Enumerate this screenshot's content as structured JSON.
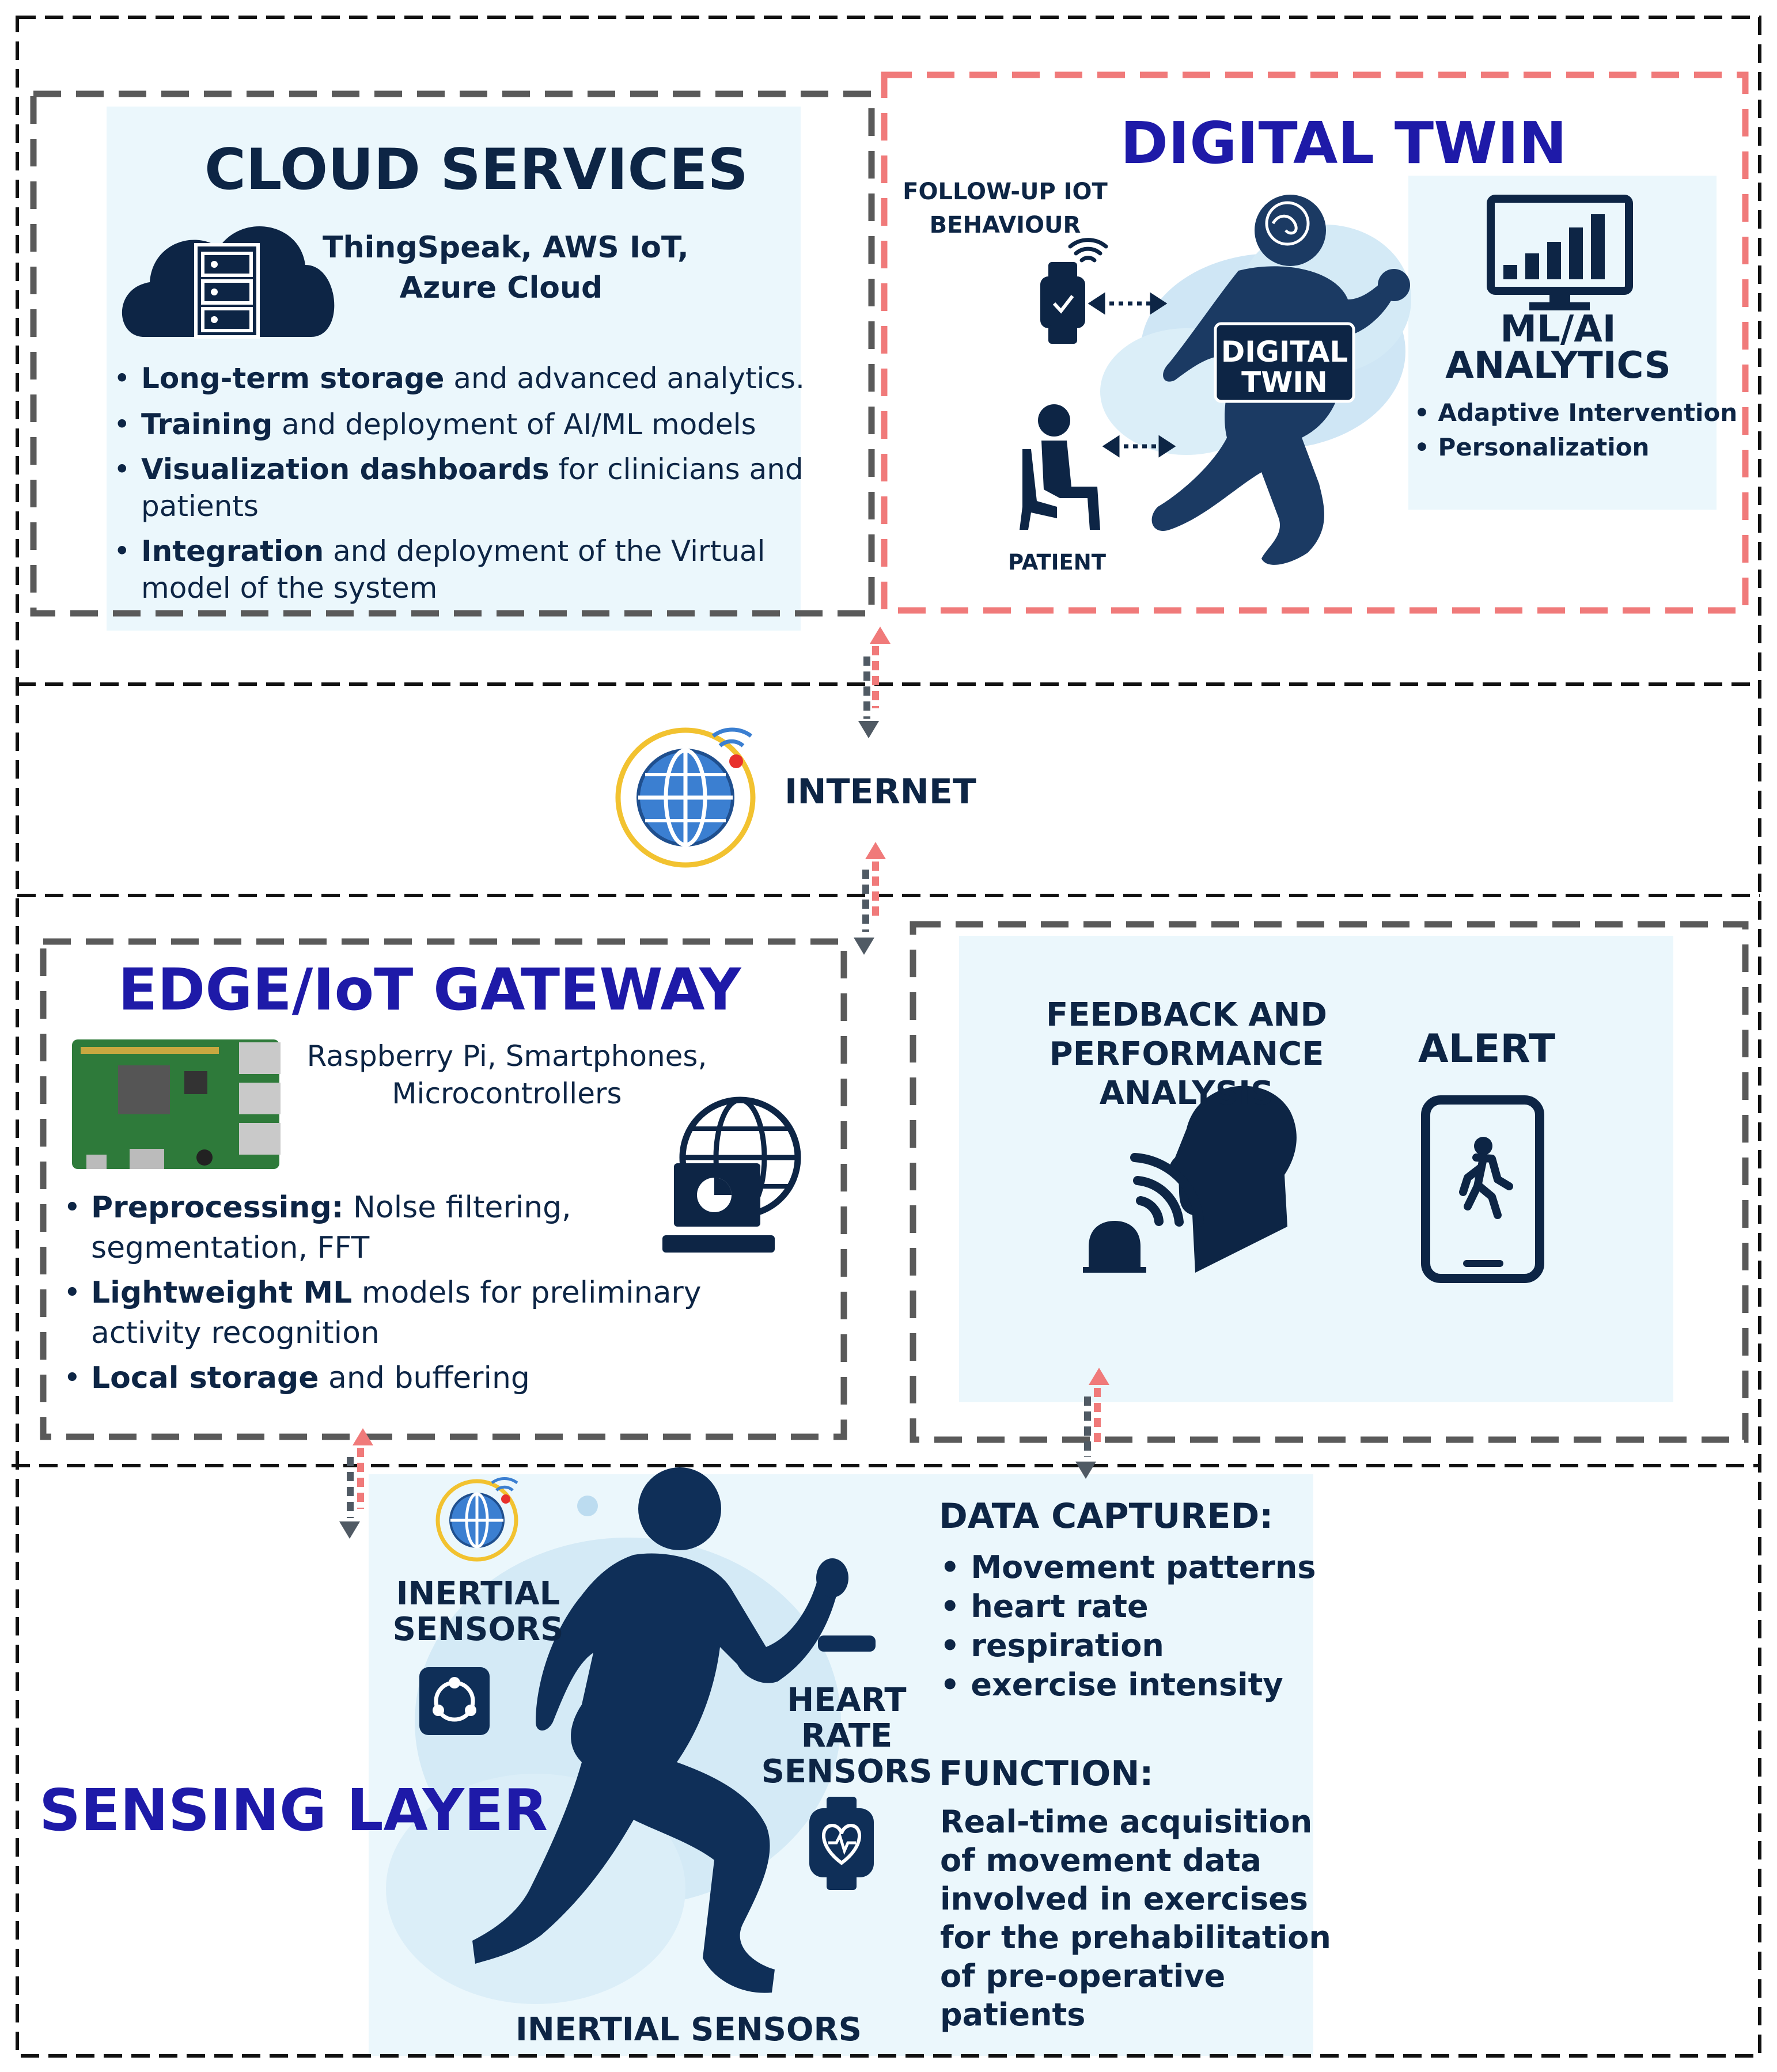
{
  "cloud": {
    "title": "CLOUD SERVICES",
    "platforms_line1": "ThingSpeak, AWS IoT,",
    "platforms_line2": "Azure Cloud",
    "bullets": [
      {
        "bold": "Long-term storage",
        "rest": " and advanced analytics."
      },
      {
        "bold": "Training",
        "rest": " and deployment of AI/ML models"
      },
      {
        "bold": "Visualization dashboards",
        "rest": " for clinicians and",
        "line2": "patients"
      },
      {
        "bold": "Integration",
        "rest": " and deployment of the Virtual",
        "line2": "model of the system"
      }
    ]
  },
  "twin": {
    "title": "DIGITAL TWIN",
    "followup_line1": "FOLLOW-UP IOT",
    "followup_line2": "BEHAVIOUR",
    "badge_line1": "DIGITAL",
    "badge_line2": "TWIN",
    "patient_label": "PATIENT",
    "analytics_line1": "ML/AI",
    "analytics_line2": "ANALYTICS",
    "analytics_items": [
      "Adaptive Intervention",
      "Personalization"
    ]
  },
  "internet": {
    "label": "INTERNET"
  },
  "edge": {
    "title": "EDGE/IoT GATEWAY",
    "devices_line1": "Raspberry Pi, Smartphones,",
    "devices_line2": "Microcontrollers",
    "bullets": [
      {
        "bold": "Preprocessing:",
        "rest": " Nolse filtering,",
        "line2": "segmentation, FFT"
      },
      {
        "bold": "Lightweight ML",
        "rest": " models for preliminary",
        "line2": "activity recognition"
      },
      {
        "bold": "Local storage",
        "rest": " and buffering"
      }
    ]
  },
  "feedback": {
    "title_line1": "FEEDBACK  AND",
    "title_line2": "PERFORMANCE",
    "title_line3": "ANALYSIS",
    "alert": "ALERT"
  },
  "sensing": {
    "title": "SENSING  LAYER",
    "inertial_line1": "INERTIAL",
    "inertial_line2": "SENSORS",
    "heart_line1": "HEART",
    "heart_line2": "RATE",
    "heart_line3": "SENSORS",
    "bottom_label": "INERTIAL SENSORS",
    "data_title": "DATA CAPTURED:",
    "data_items": [
      "Movement patterns",
      "heart rate",
      "respiration",
      "exercise intensity"
    ],
    "function_title": "FUNCTION:",
    "function_lines": [
      "Real-time acquisition",
      "of movement data",
      "involved in exercises",
      "for the prehabilitation",
      "of pre-operative",
      "patients"
    ]
  },
  "colors": {
    "navy": "#0d2545",
    "title_blue": "#1e1aa8",
    "panel_bg": "#ebf7fc",
    "pink_dash": "#f07a7a",
    "grey_dash": "#5a5a5a"
  }
}
